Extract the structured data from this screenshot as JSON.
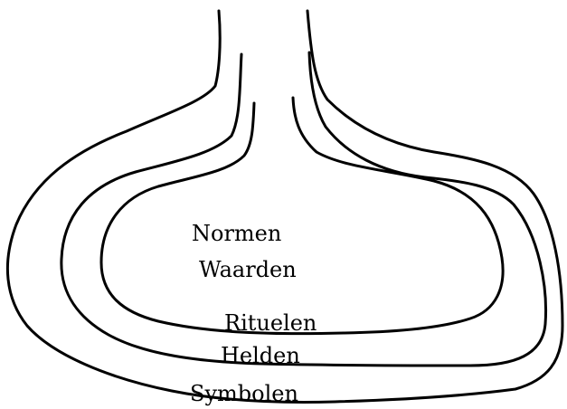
{
  "diagram": {
    "layers": [
      {
        "id": "normen",
        "label": "Normen"
      },
      {
        "id": "waarden",
        "label": "Waarden"
      },
      {
        "id": "rituelen",
        "label": "Rituelen"
      },
      {
        "id": "helden",
        "label": "Helden"
      },
      {
        "id": "symbolen",
        "label": "Symbolen"
      }
    ],
    "line_color": "#000000",
    "background_color": "#ffffff"
  }
}
